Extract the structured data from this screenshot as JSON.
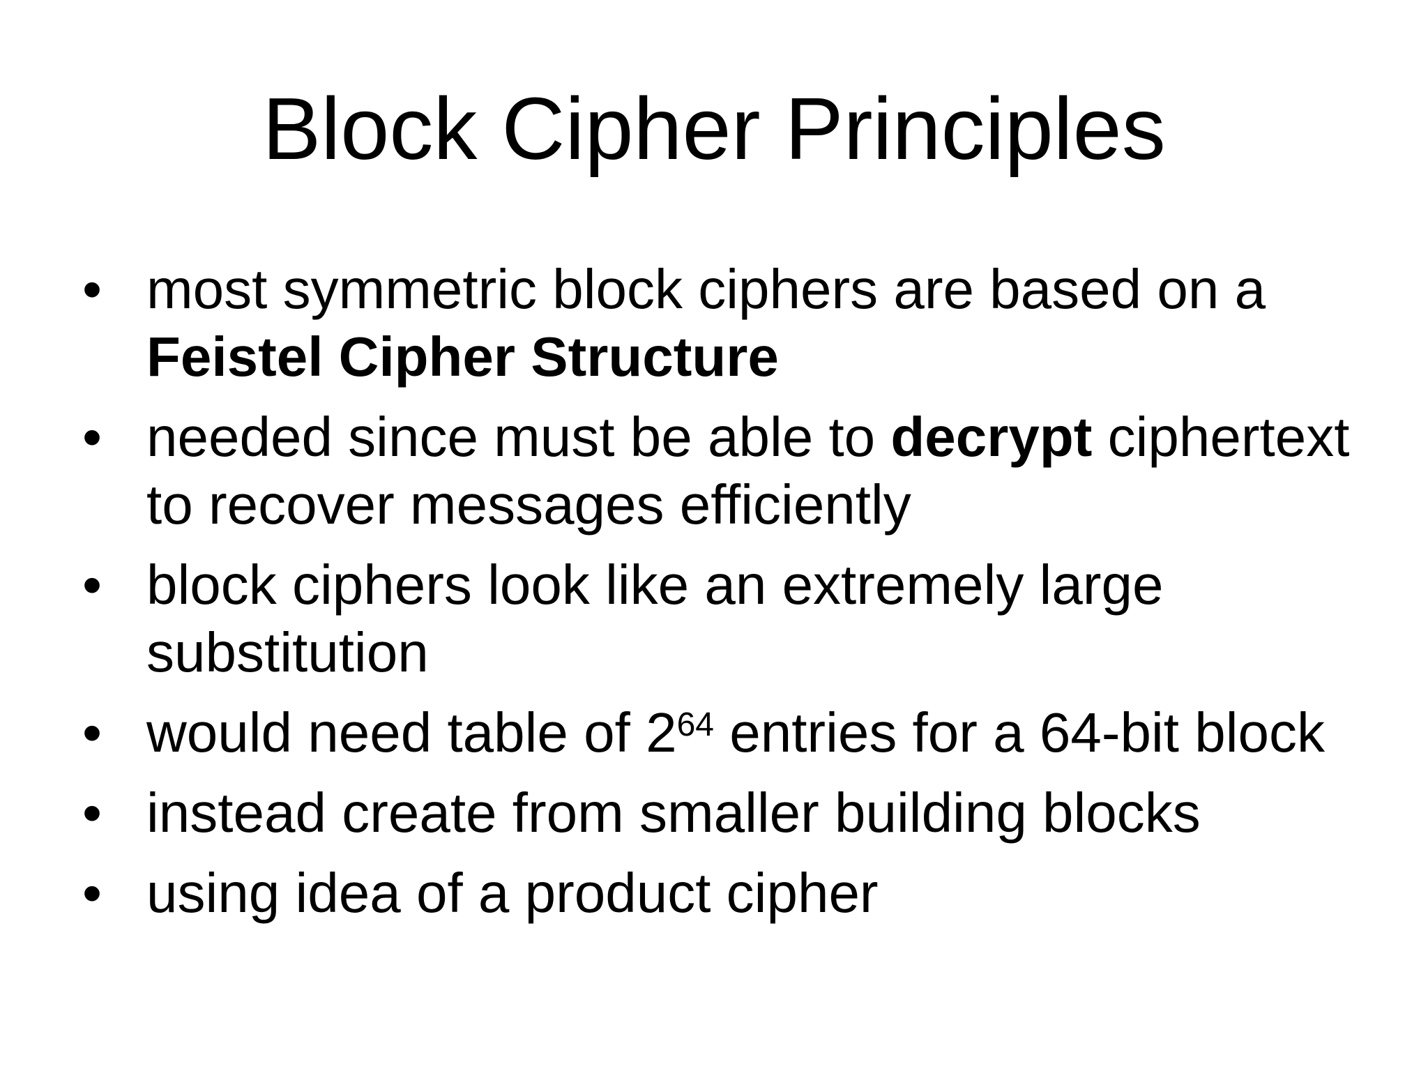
{
  "slide": {
    "title": "Block Cipher Principles",
    "bullet_glyph": "•",
    "colors": {
      "background": "#ffffff",
      "text": "#000000"
    },
    "bullets": [
      {
        "segments": [
          {
            "text": "most symmetric block ciphers are based on a\n"
          },
          {
            "text": "Feistel Cipher Structure",
            "bold": true
          }
        ]
      },
      {
        "segments": [
          {
            "text": "needed since must be able to "
          },
          {
            "text": "decrypt",
            "bold": true
          },
          {
            "text": " ciphertext\nto recover messages efficiently"
          }
        ]
      },
      {
        "segments": [
          {
            "text": "block ciphers look like an extremely large\nsubstitution"
          }
        ]
      },
      {
        "segments": [
          {
            "text": "would need table of 2"
          },
          {
            "text": "64",
            "sup": true
          },
          {
            "text": " entries for a 64-bit block"
          }
        ]
      },
      {
        "segments": [
          {
            "text": "instead create from smaller building blocks"
          }
        ]
      },
      {
        "segments": [
          {
            "text": "using idea of a product cipher"
          }
        ]
      }
    ]
  }
}
